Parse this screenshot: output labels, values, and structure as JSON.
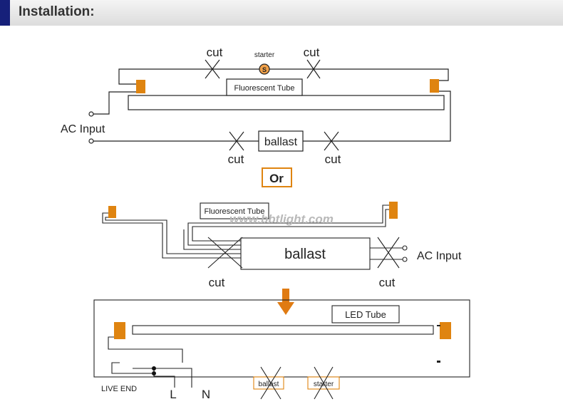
{
  "header": {
    "title": "Installation:"
  },
  "diagram1": {
    "starter_label": "starter",
    "starter_symbol": "S",
    "cut_labels": [
      "cut",
      "cut",
      "cut",
      "cut"
    ],
    "tube_label": "Fluorescent Tube",
    "ballast_label": "ballast",
    "ac_input_label": "AC Input"
  },
  "or_label": "Or",
  "diagram2": {
    "tube_label": "Fluorescent Tube",
    "ballast_label": "ballast",
    "ac_input_label": "AC Input",
    "cut_labels": [
      "cut",
      "cut"
    ]
  },
  "watermark": "www.bbtlight.com",
  "diagram3": {
    "tube_label": "LED Tube",
    "live_end_label": "LIVE END",
    "l_label": "L",
    "n_label": "N",
    "ballast_removed_label": "ballast",
    "starter_removed_label": "starter"
  },
  "colors": {
    "pin": "#df8410",
    "arrow": "#e07b12",
    "header_accent": "#16207a",
    "wire": "#222222"
  }
}
